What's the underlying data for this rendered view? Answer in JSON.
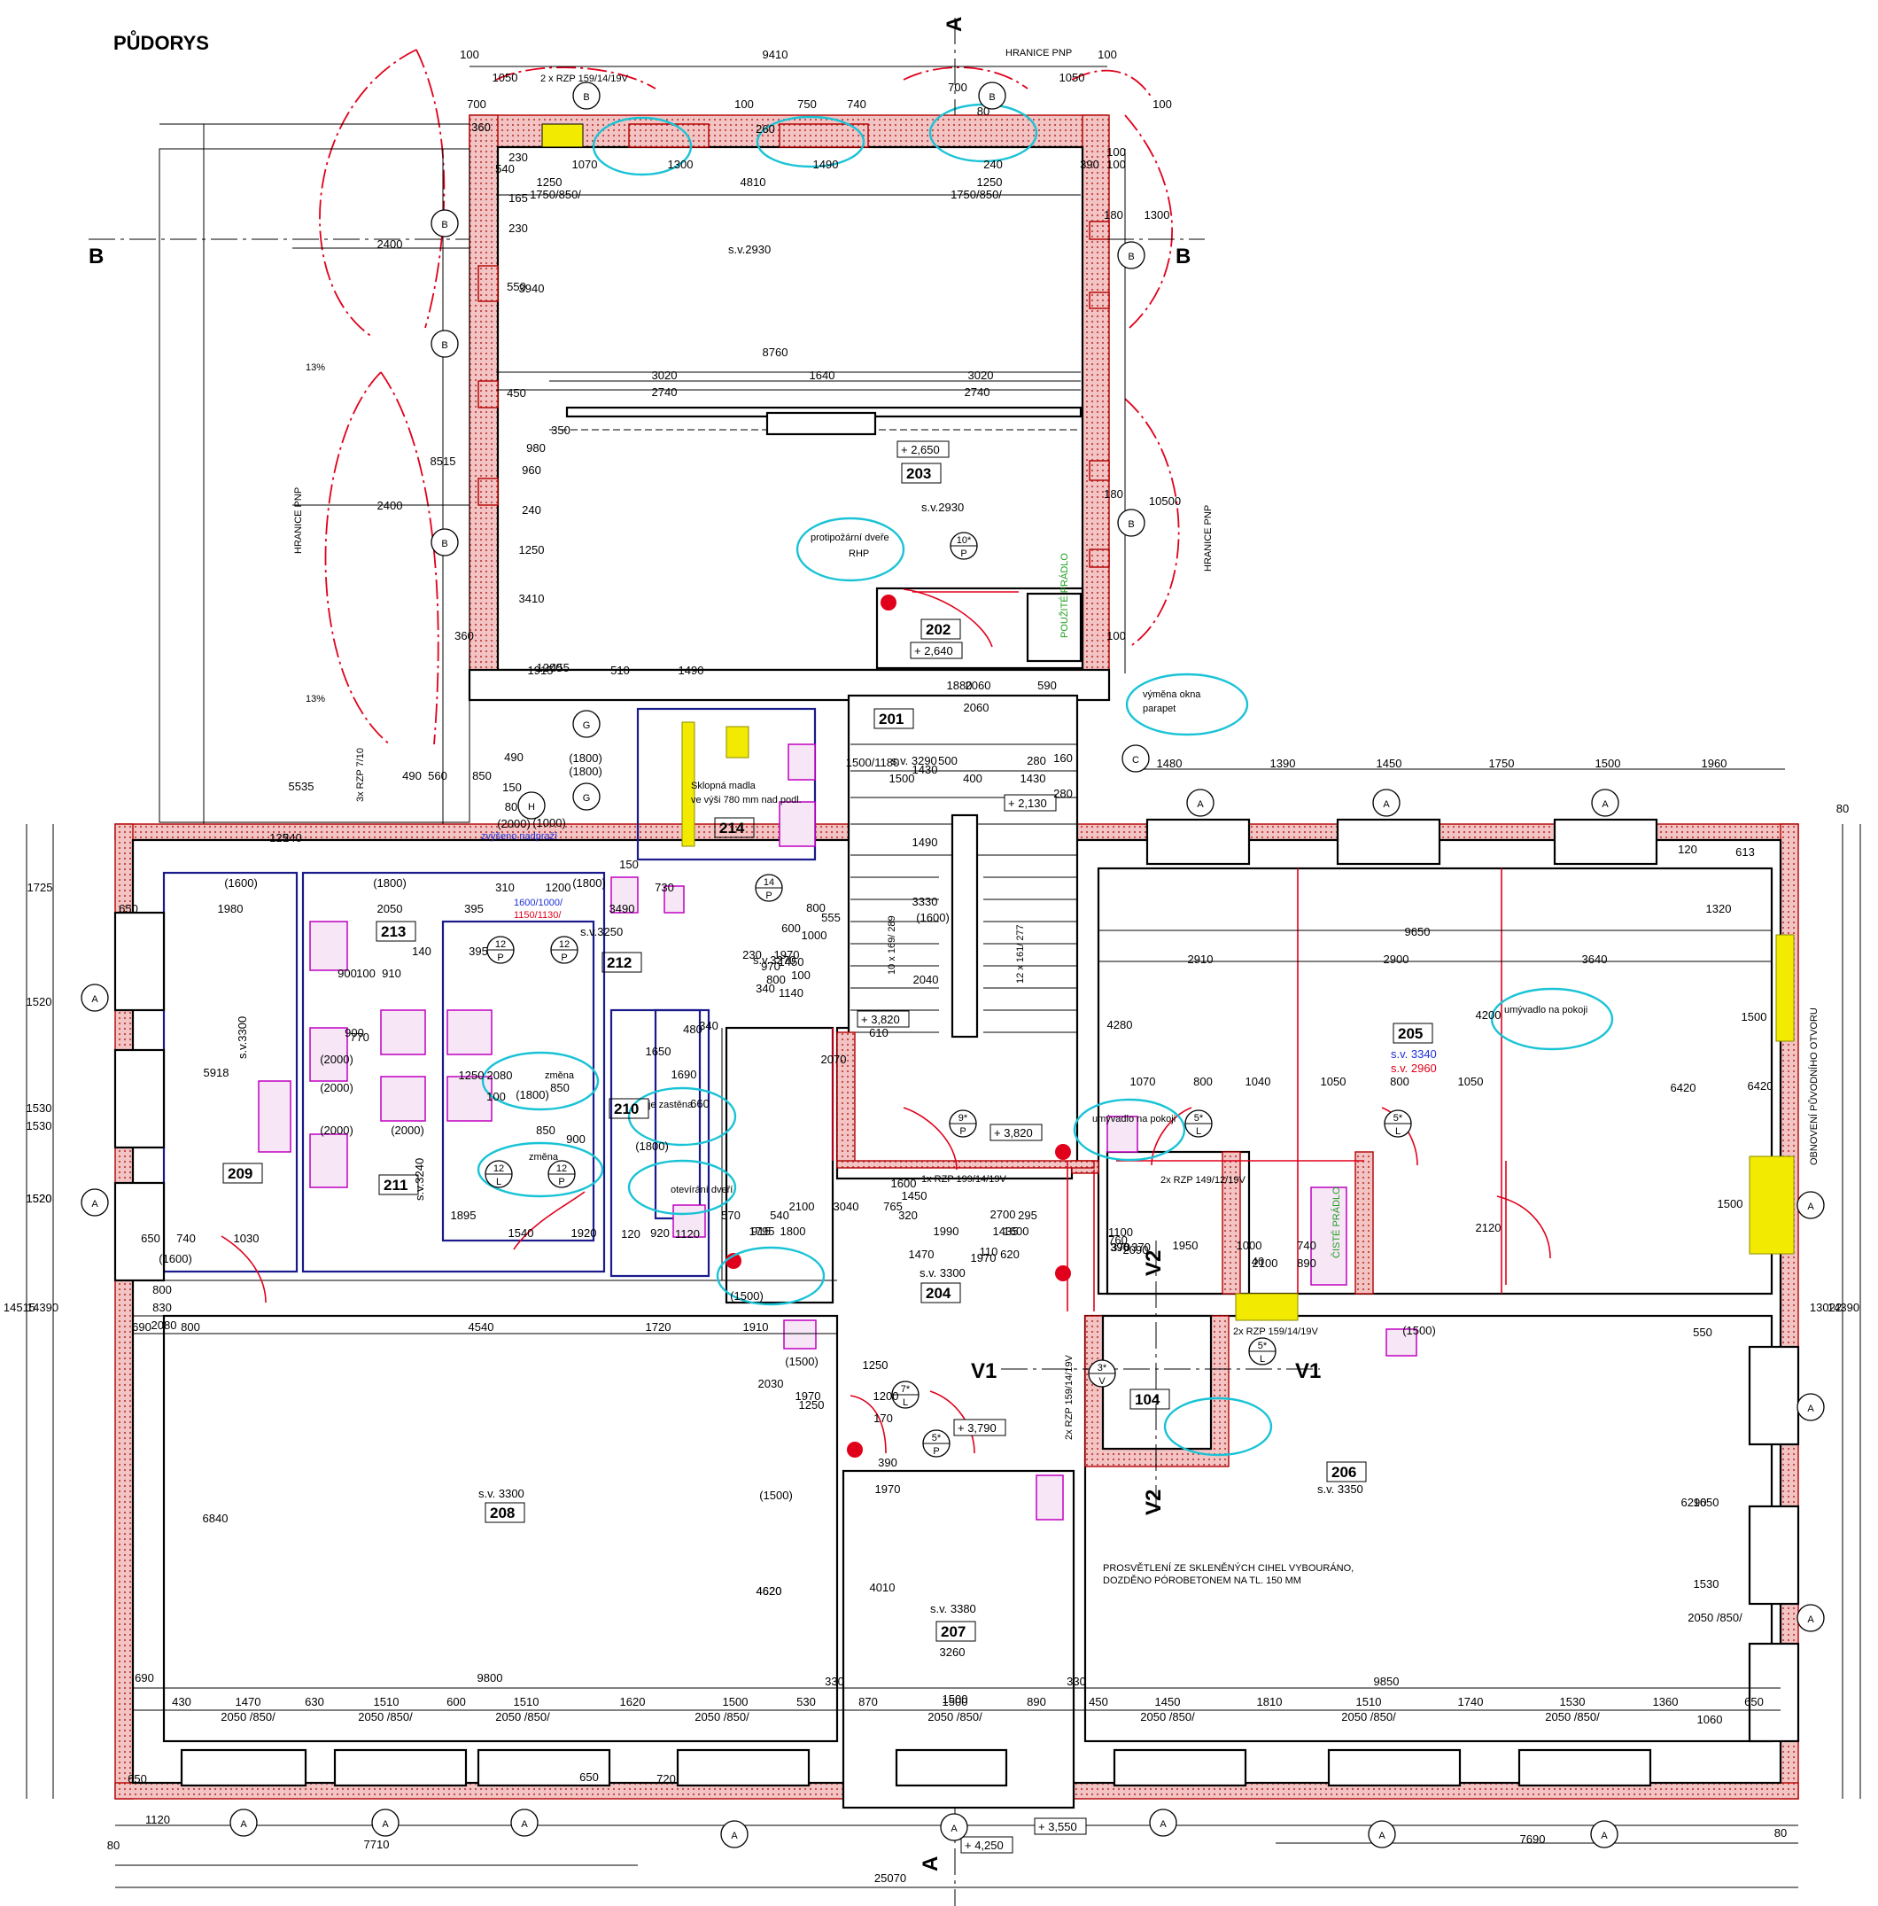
{
  "title": "PŮDORYS",
  "rooms": [
    {
      "no": "203",
      "level": "+ 2,650",
      "sv": "s.v.2930",
      "sv2": "s.v.2930"
    },
    {
      "no": "202",
      "level": "+ 2,640"
    },
    {
      "no": "201",
      "sv": "s.v. 3290"
    },
    {
      "no": "214"
    },
    {
      "no": "213"
    },
    {
      "no": "212",
      "sv": "s.v.3250",
      "sv2": "s.v.3270"
    },
    {
      "no": "210"
    },
    {
      "no": "211",
      "sv": "s.v.3240"
    },
    {
      "no": "209",
      "sv": "s.v.3300"
    },
    {
      "no": "208",
      "sv": "s.v. 3300"
    },
    {
      "no": "204",
      "sv": "s.v. 3300"
    },
    {
      "no": "207",
      "sv": "s.v. 3380"
    },
    {
      "no": "104"
    },
    {
      "no": "206",
      "sv": "s.v. 3350"
    },
    {
      "no": "205",
      "sv_blue": "s.v. 3340",
      "sv_red": "s.v. 2960"
    }
  ],
  "levels": [
    "+ 2,130",
    "+ 3,820",
    "+ 3,820",
    "+ 3,790",
    "+ 3,550",
    "+ 4,250"
  ],
  "section_marks": {
    "a": "A",
    "b": "B",
    "v1": "V1",
    "v2": "V2"
  },
  "door_tags": [
    {
      "num": "10*",
      "type": "P"
    },
    {
      "num": "14",
      "type": "P"
    },
    {
      "num": "12",
      "type": "P"
    },
    {
      "num": "12",
      "type": "P"
    },
    {
      "num": "12",
      "type": "L"
    },
    {
      "num": "12",
      "type": "P"
    },
    {
      "num": "9*",
      "type": "P"
    },
    {
      "num": "5*",
      "type": "L"
    },
    {
      "num": "5*",
      "type": "L"
    },
    {
      "num": "3*",
      "type": "V"
    },
    {
      "num": "7*",
      "type": "L"
    },
    {
      "num": "5*",
      "type": "P"
    },
    {
      "num": "5*",
      "type": "L"
    }
  ],
  "notes": {
    "hranice_top": "HRANICE PNP",
    "hranice_left": "HRANICE PNP",
    "hranice_right": "HRANICE PNP",
    "rzp_top": "2 x RZP 159/14/19V",
    "rzp_left": "3x RZP 7/10",
    "rzp_stair": "1x RZP 199/14/19V",
    "rzp_205": "2x RZP 149/12/19V",
    "rzp_104": "2x RZP 159/14/19V",
    "rzp_v1": "2x RZP 159/14/19V",
    "fire_door": "protipožární dveře",
    "rhp": "RHP",
    "window": "výměna okna",
    "parapet": "parapet",
    "handrails": "Sklopná madla",
    "handrails2": "ve výši 780 mm nad podl.",
    "threshold": "zvýšeno nadpraží",
    "washbasin": "umývadlo na pokoji",
    "washbasin2": "umývadlo na pokoji",
    "dirty": "POUŽITÉ PRÁDLO",
    "clean": "ČISTÉ PRÁDLO",
    "restore": "OBNOVENÍ PŮVODNÍHO OTVORU",
    "glass1": "PROSVĚTLENÍ ZE SKLENĚNÝCH CIHEL VYBOURÁNO,",
    "glass2": "DOZDĚNO PÓROBETONEM NA TL. 150 MM",
    "zasteno": "je zastěna",
    "opening": "otevírání dveří",
    "changed": "změna",
    "changed2": "změna",
    "stairs1": "10 x 169/ 289",
    "stairs2": "12 x 161/ 277",
    "slope": "13%",
    "slope2": "13%",
    "win_mark_blue": "1600/1000/",
    "win_mark_red": "1150/1130/"
  },
  "dims": {
    "top": [
      "9410",
      "100",
      "1050",
      "700",
      "750",
      "740",
      "700",
      "1050",
      "100",
      "100",
      "360",
      "1070",
      "1300",
      "100",
      "260",
      "1490",
      "80",
      "240",
      "390",
      "100",
      "1250",
      "4810",
      "1250",
      "1750/850/",
      "1750/850/",
      "8760",
      "3020",
      "1640",
      "3020",
      "2740",
      "2740",
      "1915",
      "510",
      "1490",
      "180",
      "1300",
      "180",
      "100",
      "100",
      "2400",
      "2400",
      "360",
      "3940",
      "8515",
      "10500",
      "350",
      "980",
      "960",
      "240",
      "1250",
      "3410",
      "1200",
      "455",
      "165",
      "230",
      "540",
      "230",
      "550",
      "450"
    ],
    "mid": [
      "5535",
      "125",
      "240",
      "1725",
      "650",
      "1980",
      "(1600)",
      "(1800)",
      "2050",
      "395",
      "310",
      "1200",
      "(1800)",
      "3490",
      "150",
      "730",
      "555",
      "1500",
      "400",
      "1430",
      "1480",
      "1390",
      "1450",
      "1750",
      "1500",
      "1960",
      "1320",
      "9650",
      "2910",
      "2900",
      "3640",
      "4280",
      "1070",
      "800",
      "1040",
      "1050",
      "800",
      "1050",
      "4200",
      "6420",
      "1500",
      "613",
      "120",
      "80",
      "370",
      "760",
      "1100",
      "2090",
      "1950",
      "1000",
      "740",
      "890",
      "2100",
      "2120",
      "40",
      "370",
      "390",
      "6420",
      "1500",
      "1520",
      "1530",
      "1520",
      "5918",
      "2080",
      "830",
      "800",
      "1030",
      "740",
      "650",
      "1600",
      "1530",
      "1520",
      "900",
      "100",
      "910",
      "140",
      "395",
      "770",
      "900",
      "(2000)",
      "(2000)",
      "(2000)",
      "(2000)",
      "1250",
      "2080",
      "100",
      "(1800)",
      "850",
      "850",
      "900",
      "(1800)",
      "660",
      "1690",
      "1650",
      "480",
      "340",
      "1895",
      "1540",
      "1920",
      "920",
      "120",
      "1120",
      "1795",
      "540",
      "320",
      "570",
      "295",
      "915",
      "1800",
      "2100",
      "3040",
      "765",
      "1470",
      "1990",
      "1600",
      "1970",
      "1450",
      "2700",
      "620",
      "110",
      "1435",
      "2070",
      "1000",
      "600",
      "230",
      "1970",
      "800",
      "800",
      "340",
      "970",
      "100",
      "1140",
      "1450",
      "610",
      "2040",
      "3330",
      "1490",
      "1430",
      "1500/1180",
      "500",
      "280",
      "280",
      "160",
      "2060",
      "1880",
      "2060",
      "590",
      "490",
      "560",
      "850",
      "490",
      "150",
      "80",
      "(2000)",
      "(1000)",
      "(1800)",
      "(1800)"
    ],
    "bottom": [
      "690",
      "800",
      "4540",
      "1720",
      "1910",
      "690",
      "9800",
      "430",
      "1470",
      "630",
      "1510",
      "600",
      "1510",
      "1620",
      "1500",
      "530",
      "330",
      "870",
      "1500",
      "890",
      "330",
      "9850",
      "450",
      "1450",
      "1810",
      "1510",
      "1740",
      "1530",
      "1360",
      "650",
      "2050 /850/",
      "2050 /850/",
      "2050 /850/",
      "2050 /850/",
      "2050 /850/",
      "2050 /850/",
      "2050 /850/",
      "2050 /850/",
      "1060",
      "720",
      "650",
      "650",
      "1120",
      "80",
      "7710",
      "25070",
      "7690",
      "80",
      "6840",
      "4620",
      "4010",
      "1200",
      "2030",
      "1970",
      "1250",
      "170",
      "390",
      "1970",
      "1250",
      "4620",
      "3260",
      "1500",
      "1650",
      "1530",
      "2050 /850/",
      "6290",
      "550",
      "14515",
      "14390",
      "13022",
      "14390",
      "(1500)",
      "(1500)",
      "(1500)",
      "(1500)",
      "(1600)",
      "(1600)"
    ]
  },
  "window_tags": [
    "A",
    "B",
    "C",
    "G",
    "H"
  ]
}
